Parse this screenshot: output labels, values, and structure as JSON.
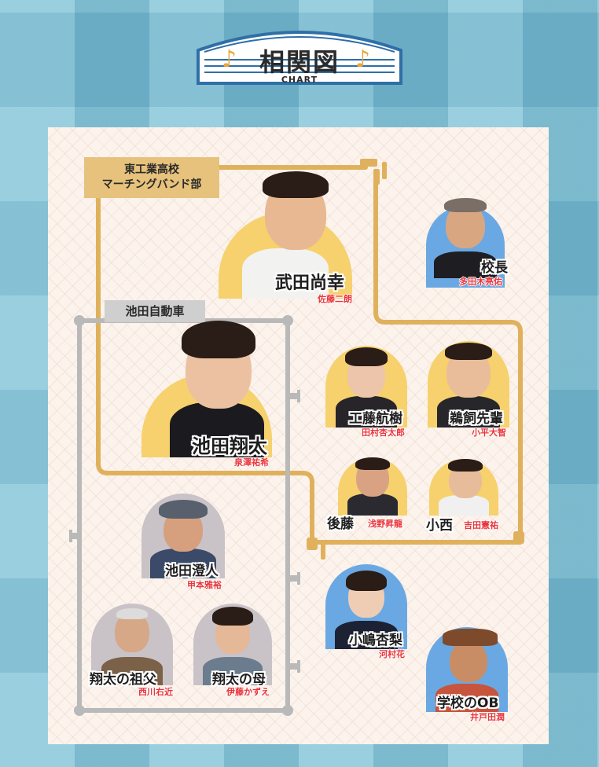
{
  "title": {
    "main": "相関図",
    "sub": "CHART"
  },
  "groups": {
    "school": {
      "line1": "東工業高校",
      "line2": "マーチングバンド部"
    },
    "shop": {
      "label": "池田自動車"
    }
  },
  "characters": [
    {
      "id": "takeda",
      "name": "武田尚幸",
      "actor": "佐藤二朗"
    },
    {
      "id": "principal",
      "name": "校長",
      "actor": "多田木亮佑"
    },
    {
      "id": "ikeda-shota",
      "name": "池田翔太",
      "actor": "泉澤祐希"
    },
    {
      "id": "kudo",
      "name": "工藤航樹",
      "actor": "田村杏太郎"
    },
    {
      "id": "ukai",
      "name": "鵜飼先輩",
      "actor": "小平大智"
    },
    {
      "id": "goto",
      "name": "後藤",
      "actor": "浅野昇龍"
    },
    {
      "id": "konishi",
      "name": "小西",
      "actor": "吉田憲祐"
    },
    {
      "id": "ikeda-sumito",
      "name": "池田澄人",
      "actor": "甲本雅裕"
    },
    {
      "id": "kojima",
      "name": "小嶋杏梨",
      "actor": "河村花"
    },
    {
      "id": "grandfather",
      "name": "翔太の祖父",
      "actor": "西川右近"
    },
    {
      "id": "mother",
      "name": "翔太の母",
      "actor": "伊藤かずえ"
    },
    {
      "id": "ob",
      "name": "学校のOB",
      "actor": "井戸田潤"
    }
  ],
  "colors": {
    "pipe-gold": "#e0b15c",
    "pipe-gray": "#b9b9b9",
    "arch-yellow": "#f6d16d",
    "arch-blue": "#6aa8e3"
  }
}
